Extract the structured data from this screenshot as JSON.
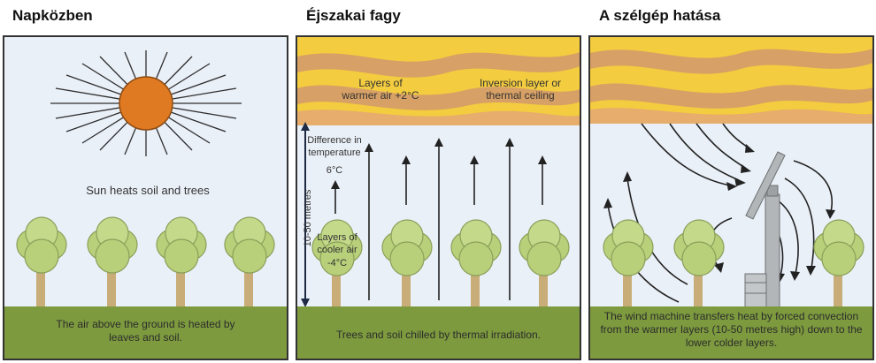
{
  "panels": [
    {
      "title": "Napközben",
      "caption": "Sun heats soil and trees",
      "ground_text": "The air above the ground is heated by leaves and soil."
    },
    {
      "title": "Éjszakai fagy",
      "warm_layer": [
        "Layers of",
        "warmer air +2°C"
      ],
      "inversion": [
        "Inversion layer or",
        "thermal ceiling"
      ],
      "difference": [
        "Difference in",
        "temperature",
        "6°C"
      ],
      "height": "10-50 metres",
      "cool_layer": [
        "Layers of",
        "cooler air",
        "-4°C"
      ],
      "ground_text": "Trees and soil chilled by thermal irradiation."
    },
    {
      "title": "A szélgép hatása",
      "ground_text": "The wind machine transfers heat by forced convection from the warmer layers (10-50 metres high) down to the lower colder layers."
    }
  ],
  "colors": {
    "sky": "#eaf0f8",
    "ground": "#7d9a3e",
    "warm_layer_light": "#f3cc3f",
    "warm_layer_dark": "#d7a066",
    "sun": "#df7a22",
    "tree": "#b8d07a",
    "trunk": "#c9ad78",
    "machine": "#b3b6b9"
  }
}
